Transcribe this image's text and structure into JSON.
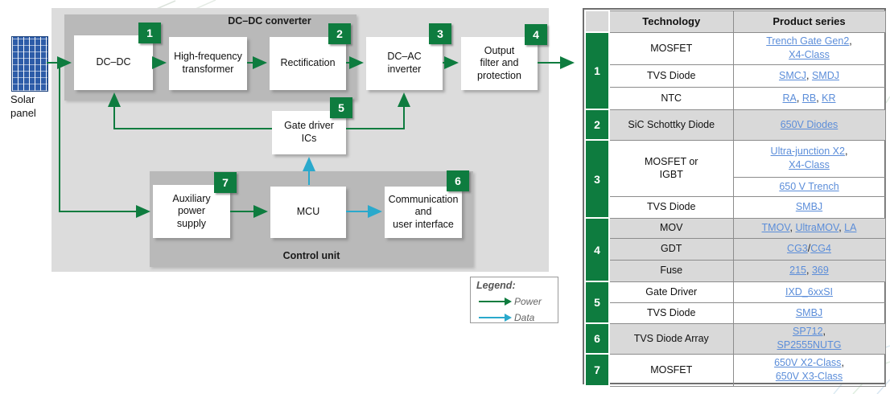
{
  "diagram": {
    "solar_panel_label": "Solar\npanel",
    "groups": {
      "dcdc_converter": "DC–DC converter",
      "control_unit": "Control unit"
    },
    "blocks": [
      {
        "id": "dc_dc",
        "label": "DC–DC",
        "badge": "1"
      },
      {
        "id": "hf_transformer",
        "label": "High-frequency\ntransformer",
        "badge": null
      },
      {
        "id": "rectification",
        "label": "Rectification",
        "badge": "2"
      },
      {
        "id": "dc_ac_inverter",
        "label": "DC–AC\ninverter",
        "badge": "3"
      },
      {
        "id": "output_filter",
        "label": "Output\nfilter and\nprotection",
        "badge": "4"
      },
      {
        "id": "gate_driver",
        "label": "Gate driver\nICs",
        "badge": "5"
      },
      {
        "id": "aux_power",
        "label": "Auxiliary\npower\nsupply",
        "badge": "7"
      },
      {
        "id": "mcu",
        "label": "MCU",
        "badge": null
      },
      {
        "id": "comm",
        "label": "Communication\nand\nuser interface",
        "badge": "6"
      }
    ],
    "legend": {
      "title": "Legend:",
      "items": [
        {
          "label": "Power",
          "color": "#0e7c3f"
        },
        {
          "label": "Data",
          "color": "#2aa9cc"
        }
      ]
    }
  },
  "colors": {
    "power_green": "#0e7c3f",
    "data_cyan": "#2aa9cc",
    "badge_green": "#0e7c3f",
    "link_blue": "#5b8dd9",
    "shaded_row_gray": "#d9d9d9",
    "panel_blue": "#2d5ca8"
  },
  "table": {
    "headers": [
      "Technology",
      "Product series"
    ],
    "groups": [
      {
        "num": "1",
        "shaded": false,
        "rows": [
          {
            "tech": "MOSFET",
            "product": [
              {
                "link": "Trench Gate Gen2"
              },
              {
                "text": ","
              },
              {
                "br": true
              },
              {
                "link": "X4-Class"
              }
            ]
          },
          {
            "tech": "TVS Diode",
            "product": [
              {
                "link": "SMCJ"
              },
              {
                "text": ", "
              },
              {
                "link": "SMDJ"
              }
            ]
          },
          {
            "tech": "NTC",
            "product": [
              {
                "link": "RA"
              },
              {
                "text": ", "
              },
              {
                "link": "RB"
              },
              {
                "text": ", "
              },
              {
                "link": "KR"
              }
            ]
          }
        ]
      },
      {
        "num": "2",
        "shaded": true,
        "rows": [
          {
            "tech": "SiC Schottky Diode",
            "product": [
              {
                "link": "650V Diodes"
              }
            ]
          }
        ]
      },
      {
        "num": "3",
        "shaded": false,
        "rows": [
          {
            "tech": "MOSFET or\nIGBT",
            "tech_rowspan": 2,
            "product": [
              {
                "link": "Ultra-junction X2"
              },
              {
                "text": ","
              },
              {
                "br": true
              },
              {
                "link": "X4-Class"
              }
            ]
          },
          {
            "tech": null,
            "product": [
              {
                "link": "650 V Trench"
              }
            ]
          },
          {
            "tech": "TVS Diode",
            "product": [
              {
                "link": "SMBJ"
              }
            ]
          }
        ]
      },
      {
        "num": "4",
        "shaded": true,
        "rows": [
          {
            "tech": "MOV",
            "product": [
              {
                "link": "TMOV"
              },
              {
                "text": ", "
              },
              {
                "link": "UltraMOV"
              },
              {
                "text": ", "
              },
              {
                "link": "LA"
              }
            ]
          },
          {
            "tech": "GDT",
            "product": [
              {
                "link": "CG3"
              },
              {
                "text": "/"
              },
              {
                "link": "CG4"
              }
            ]
          },
          {
            "tech": "Fuse",
            "product": [
              {
                "link": "215"
              },
              {
                "text": ", "
              },
              {
                "link": "369"
              }
            ]
          }
        ]
      },
      {
        "num": "5",
        "shaded": false,
        "rows": [
          {
            "tech": "Gate Driver",
            "product": [
              {
                "link": "IXD_6xxSI"
              }
            ]
          },
          {
            "tech": "TVS Diode",
            "product": [
              {
                "link": "SMBJ"
              }
            ]
          }
        ]
      },
      {
        "num": "6",
        "shaded": true,
        "rows": [
          {
            "tech": "TVS Diode Array",
            "product": [
              {
                "link": "SP712"
              },
              {
                "text": ","
              },
              {
                "br": true
              },
              {
                "link": "SP2555NUTG"
              }
            ]
          }
        ]
      },
      {
        "num": "7",
        "shaded": false,
        "rows": [
          {
            "tech": "MOSFET",
            "product": [
              {
                "link": "650V X2-Class"
              },
              {
                "text": ","
              },
              {
                "br": true
              },
              {
                "link": "650V X3-Class"
              }
            ]
          }
        ]
      }
    ]
  }
}
